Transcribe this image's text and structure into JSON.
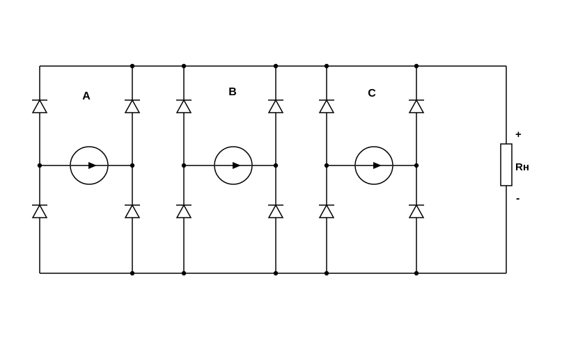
{
  "diagram": {
    "kind": "three-phase full-bridge rectifier circuit with load resistor",
    "phases": [
      {
        "label": "A"
      },
      {
        "label": "B"
      },
      {
        "label": "C"
      }
    ],
    "load": {
      "plus": "+",
      "name": "Rн",
      "minus": "-"
    },
    "colors": {
      "wire": "#000000",
      "background": "#ffffff"
    }
  }
}
